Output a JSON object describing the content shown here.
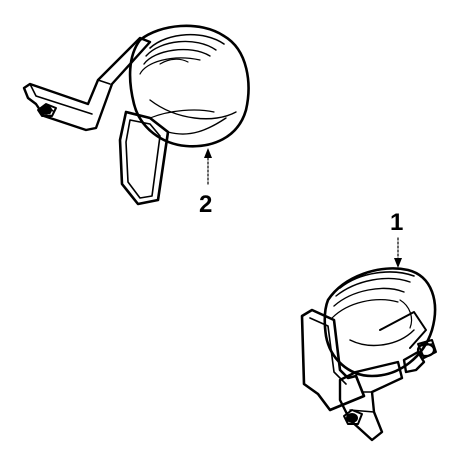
{
  "diagram": {
    "callouts": [
      {
        "id": "1",
        "text": "1"
      },
      {
        "id": "2",
        "text": "2"
      }
    ],
    "colors": {
      "ink": "#000000",
      "paper": "#ffffff"
    }
  }
}
